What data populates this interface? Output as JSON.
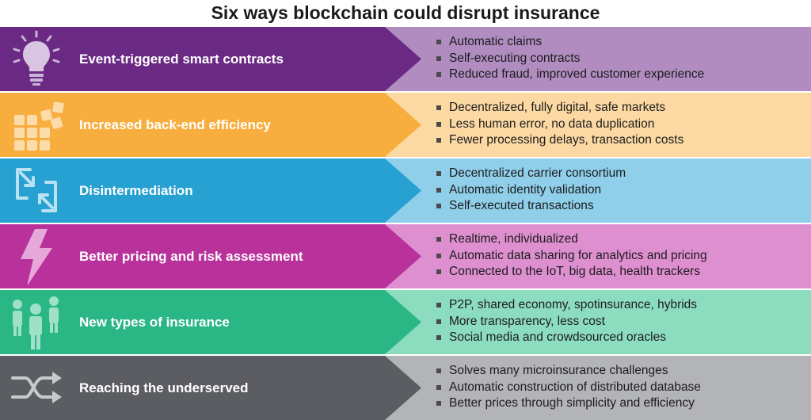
{
  "title": "Six ways blockchain could disrupt insurance",
  "rows": [
    {
      "label": "Event-triggered smart contracts",
      "icon": "lightbulb-icon",
      "color_left": "#6a2a84",
      "color_right": "#b08cc1",
      "bullets": [
        "Automatic claims",
        "Self-executing contracts",
        "Reduced fraud, improved customer experience"
      ]
    },
    {
      "label": "Increased back-end efficiency",
      "icon": "blocks-icon",
      "color_left": "#f8ae3f",
      "color_right": "#fcd9a3",
      "bullets": [
        "Decentralized, fully digital, safe markets",
        "Less human error, no data duplication",
        "Fewer processing delays, transaction costs"
      ]
    },
    {
      "label": "Disintermediation",
      "icon": "compress-arrows-icon",
      "color_left": "#27a0d2",
      "color_right": "#8fcfea",
      "bullets": [
        "Decentralized carrier consortium",
        "Automatic identity validation",
        "Self-executed transactions"
      ]
    },
    {
      "label": "Better pricing and risk assessment",
      "icon": "lightning-bolt-icon",
      "color_left": "#b9329c",
      "color_right": "#de8fcf",
      "bullets": [
        "Realtime, individualized",
        "Automatic data sharing for analytics and pricing",
        "Connected to the IoT, big data, health trackers"
      ]
    },
    {
      "label": "New types of insurance",
      "icon": "people-icon",
      "color_left": "#2bb785",
      "color_right": "#8cdcc0",
      "bullets": [
        "P2P, shared economy, spotinsurance, hybrids",
        "More transparency, less cost",
        "Social media and crowdsourced oracles"
      ]
    },
    {
      "label": "Reaching the underserved",
      "icon": "shuffle-arrows-icon",
      "color_left": "#5b5d62",
      "color_right": "#b3b4b7",
      "bullets": [
        "Solves many microinsurance challenges",
        "Automatic construction of distributed database",
        "Better prices through simplicity and efficiency"
      ]
    }
  ]
}
